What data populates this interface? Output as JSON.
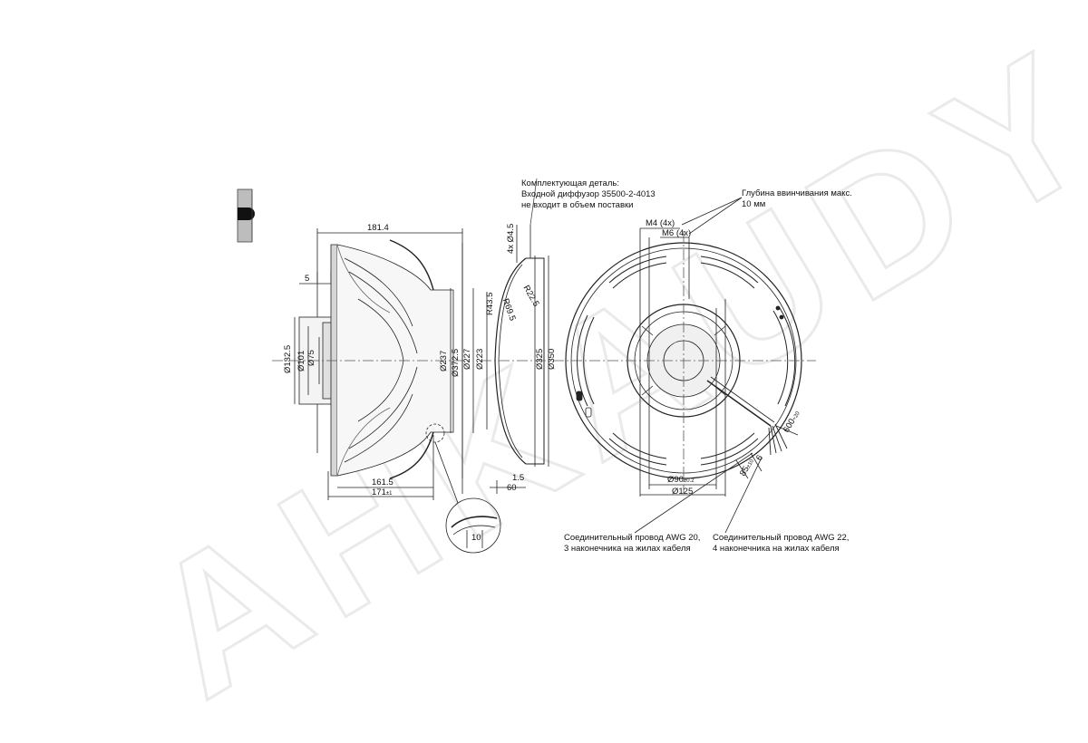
{
  "watermark": "AHKAUDY",
  "side_view": {
    "dims": {
      "overall_length": "181.4",
      "shaft_5": "5",
      "d_132_5": "Ø132.5",
      "d_101": "Ø101",
      "d_75": "Ø75",
      "d_237": "Ø237",
      "d_372_5": "Ø372.5",
      "len_161_5": "161.5",
      "len_171": "171",
      "len_171_tol": "±1",
      "detail_10": "10"
    }
  },
  "diffuser": {
    "note": [
      "Комплектующая деталь:",
      "Входной диффузор 35500-2-4013",
      "не входит в объем поставки"
    ],
    "dims": {
      "holes": "4x Ø4.5",
      "r43_5": "R43.5",
      "r69_5": "R69.5",
      "r22_5": "R22.5",
      "d_227": "Ø227",
      "d_223": "Ø223",
      "d_325": "Ø325",
      "d_350": "Ø350",
      "t_1_5": "1.5",
      "w_60": "60"
    }
  },
  "front_view": {
    "note_depth": [
      "Глубина ввинчивания макс.",
      "10 мм"
    ],
    "dims": {
      "m4": "M4 (4x)",
      "m6": "M6 (4x)",
      "d_90": "Ø90",
      "d_90_tol": "±0.2",
      "d_125": "Ø125",
      "cable_600": "600",
      "cable_600_tol": "+20",
      "strip_6": "6",
      "strip_85": "85",
      "strip_85_tol": "±10"
    },
    "wire_notes": {
      "awg20": [
        "Соединительный провод AWG 20,",
        "3 наконечника на жилах кабеля"
      ],
      "awg22": [
        "Соединительный провод AWG 22,",
        "4 наконечника на жилах кабеля"
      ]
    }
  }
}
